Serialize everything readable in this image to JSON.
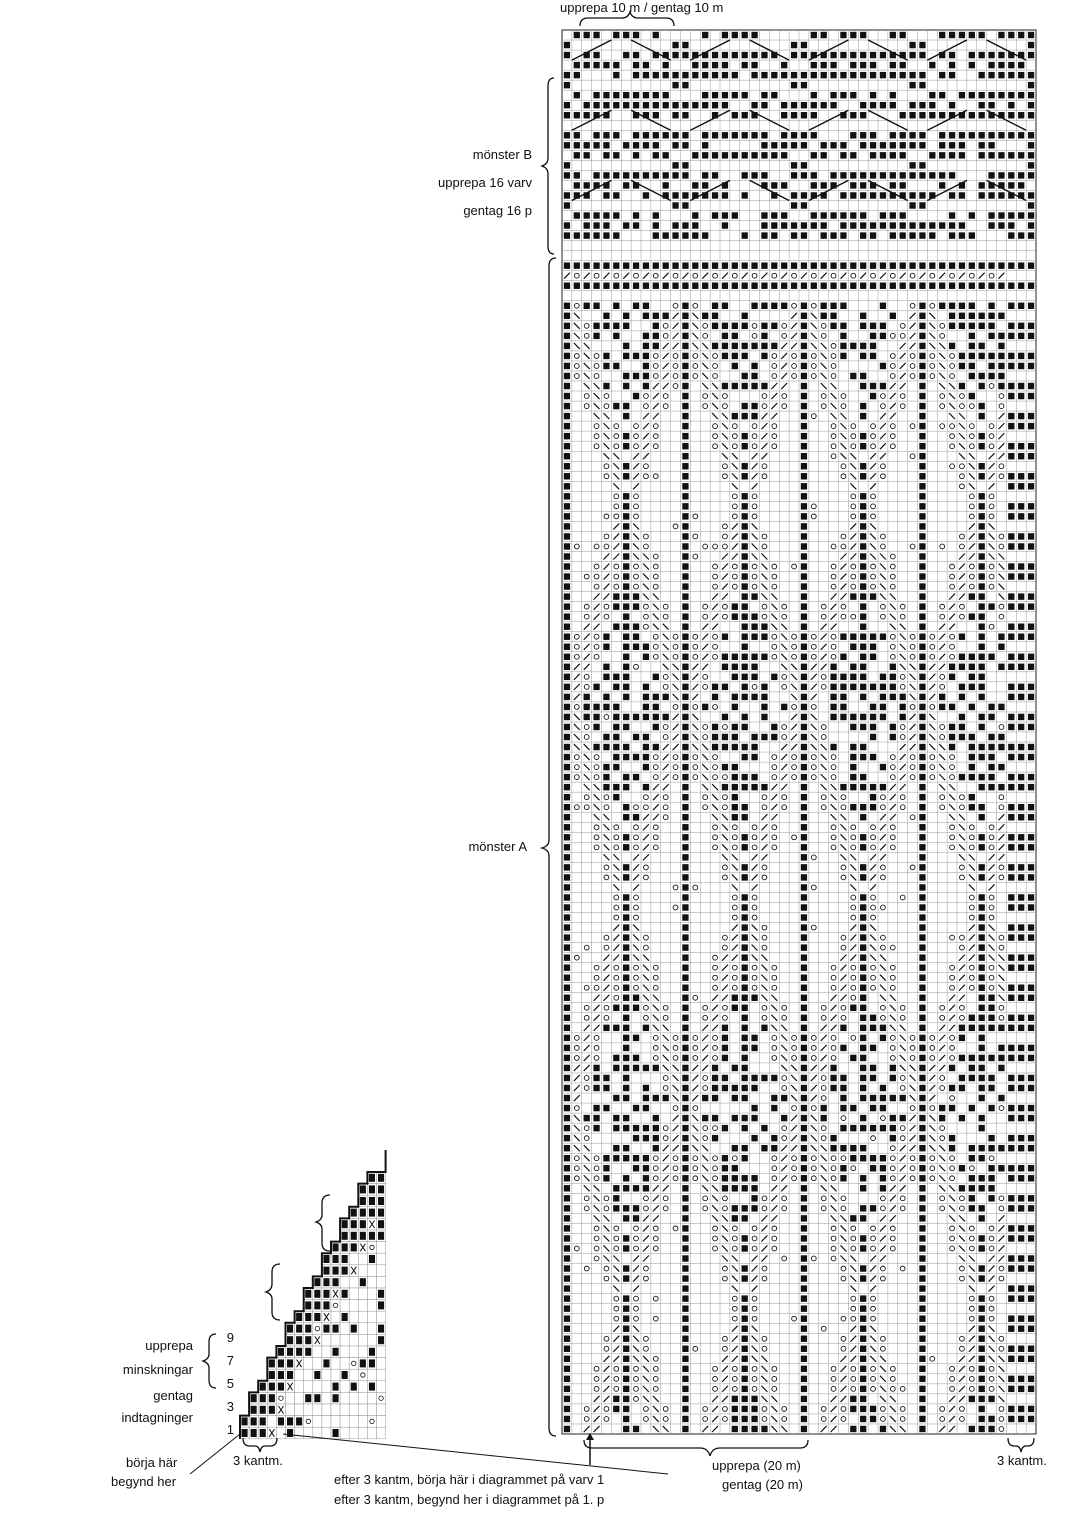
{
  "labels": {
    "top_repeat": "upprepa 10 m  / gentag 10 m",
    "pattern_b": "mönster B",
    "pattern_b_repeat_sv": "upprepa 16 varv",
    "pattern_b_repeat_da": "gentag 16 p",
    "pattern_a": "mönster A",
    "repeat_bottom_sv": "upprepa (20 m)",
    "repeat_bottom_da": "gentag (20 m)",
    "edge_right": "3 kantm.",
    "edge_left": "3 kantm.",
    "start_sv": "börja här",
    "start_da": "begynd her",
    "after_edge_sv": "efter 3 kantm, börja här i diagrammet på varv 1",
    "after_edge_da": "efter 3 kantm, begynd her i diagrammet på 1. p",
    "small_repeat_sv": "upprepa",
    "small_decrease": "minskningar",
    "small_repeat_da": "gentag",
    "small_increase": "indtagninger"
  },
  "row_numbers": [
    "9",
    "7",
    "5",
    "3",
    "1"
  ]
}
